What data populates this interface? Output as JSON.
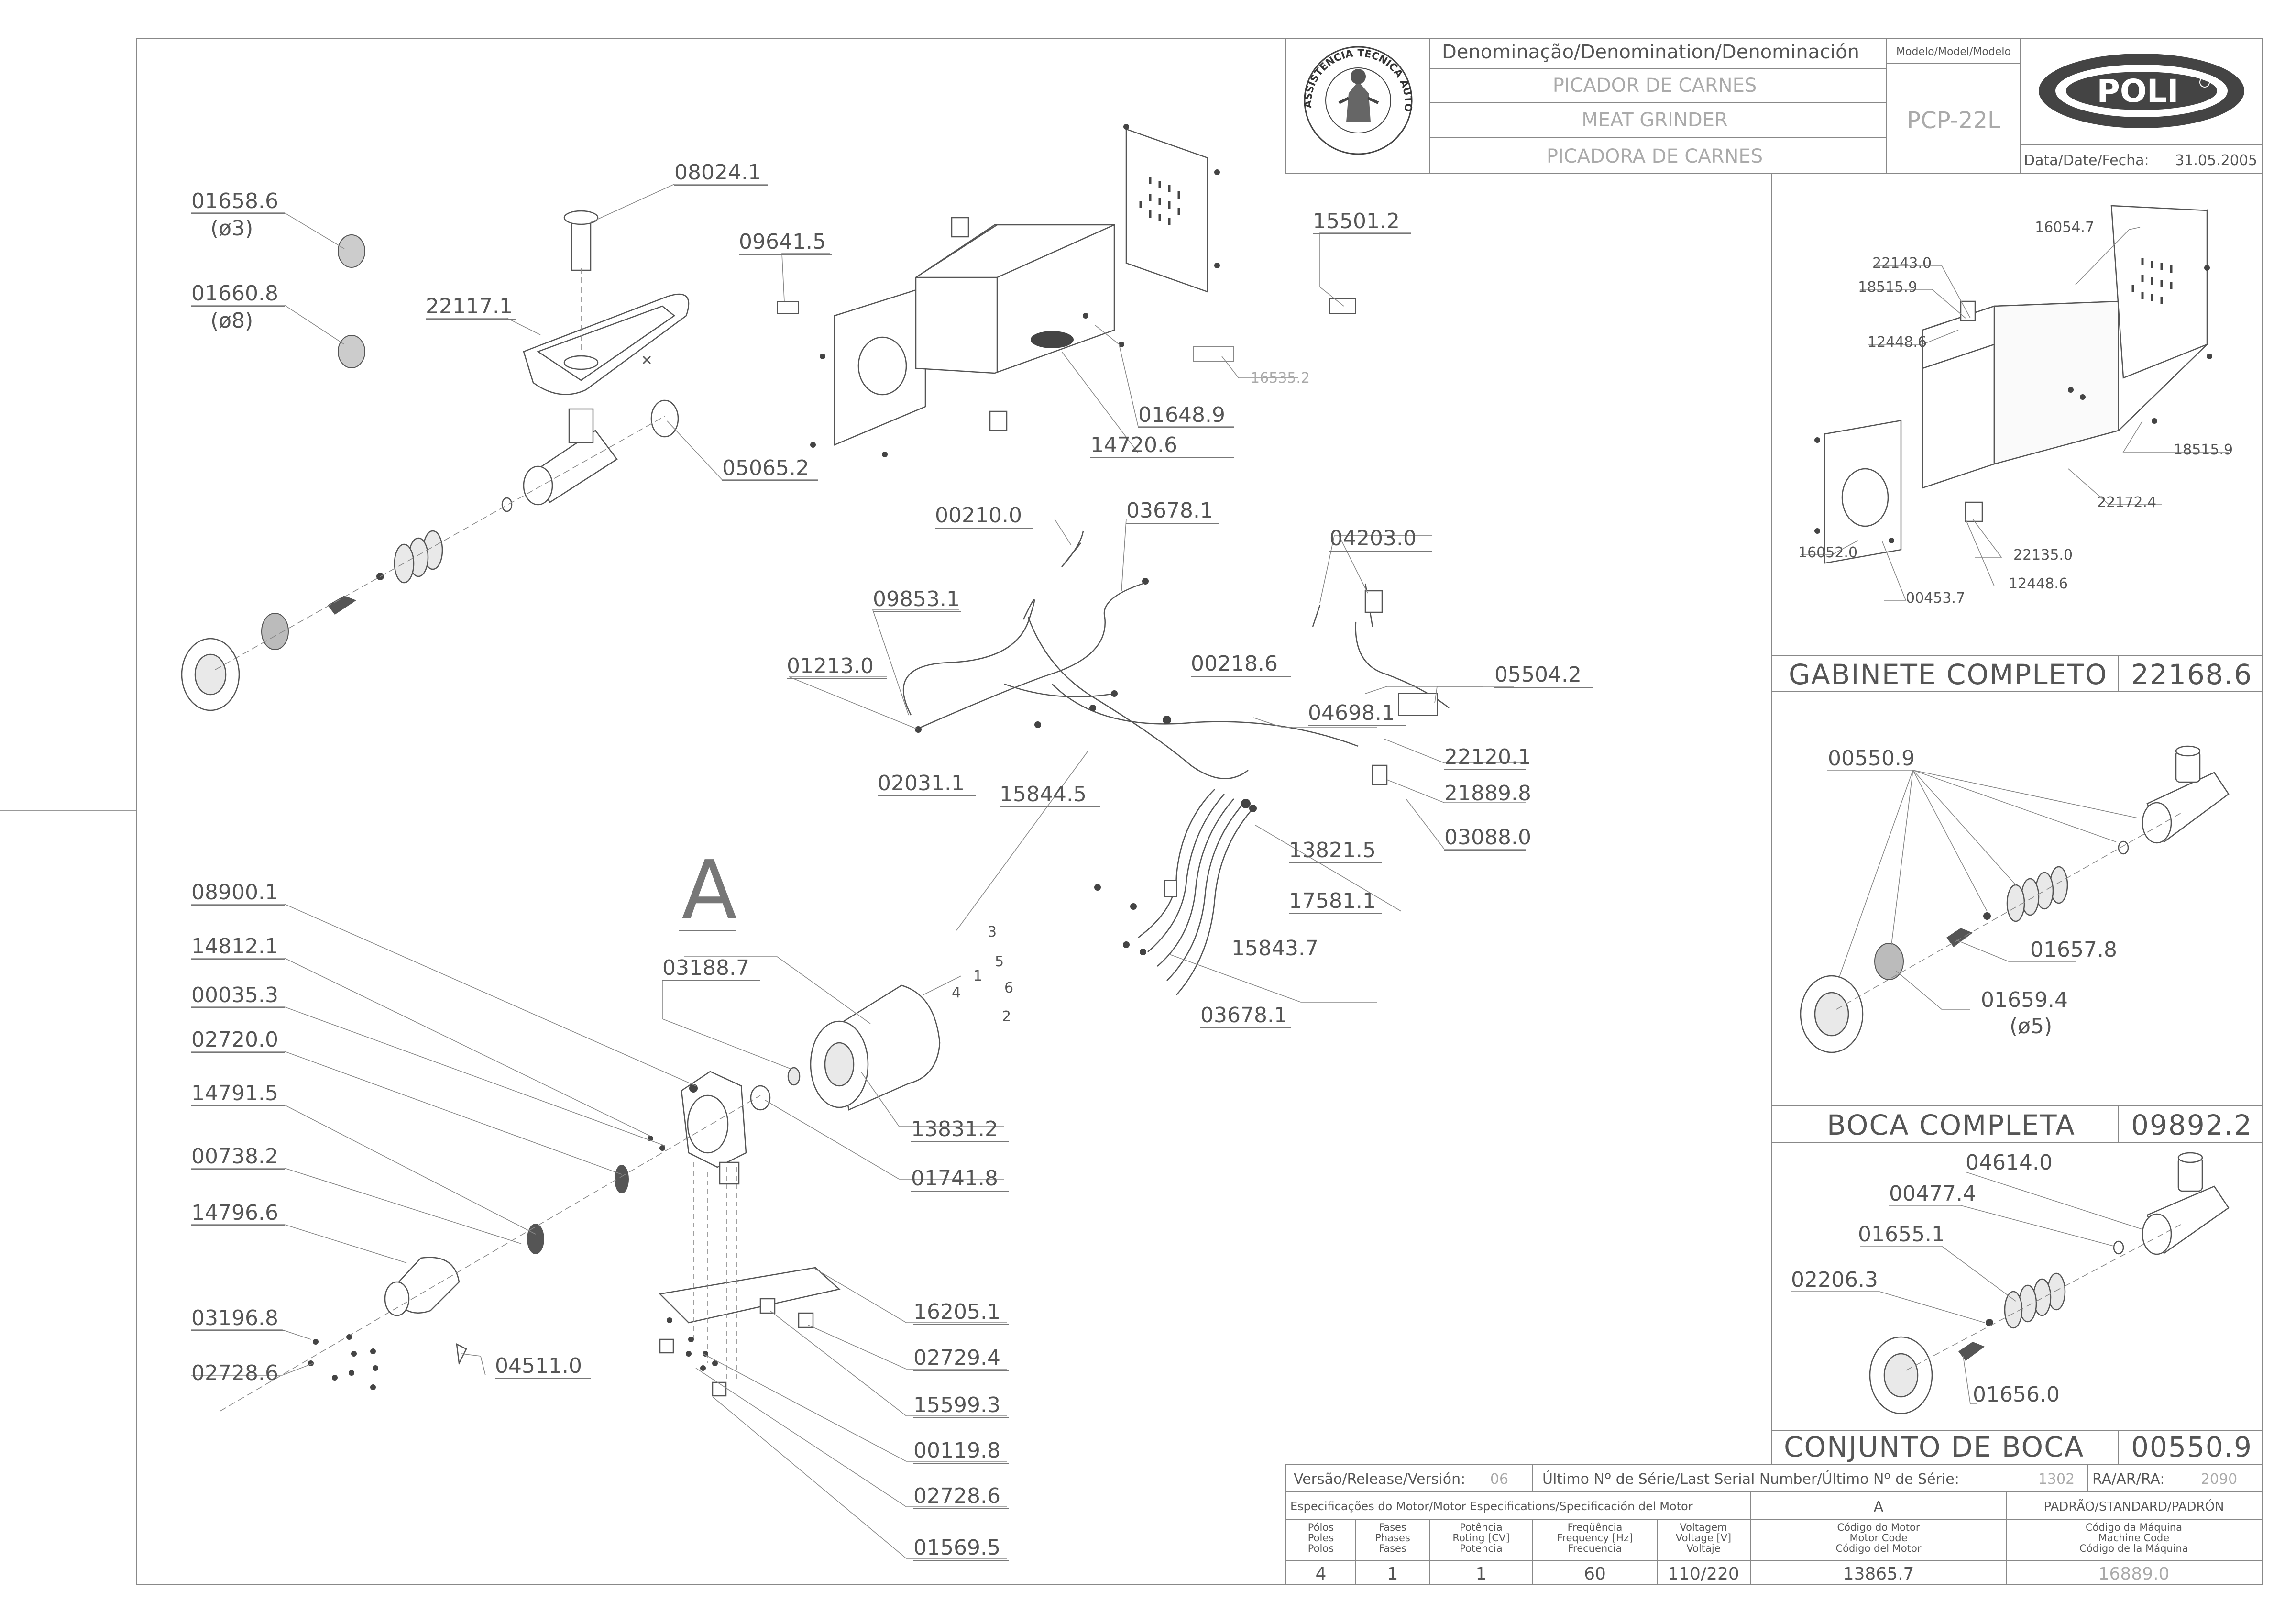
{
  "header": {
    "denomination_label": "Denominação/Denomination/Denominación",
    "name_pt": "PICADOR DE CARNES",
    "name_en": "MEAT GRINDER",
    "name_es": "PICADORA DE CARNES",
    "model_label": "Modelo/Model/Modelo",
    "model": "PCP-22L",
    "date_label": "Data/Date/Fecha:",
    "date": "31.05.2005",
    "brand": "POLI",
    "seal_text": "ASSISTÊNCIA TÉCNICA AUTORIZADA"
  },
  "main_labels": {
    "section_letter": "A",
    "p01658_6": "01658.6",
    "p01658_6_d": "(ø3)",
    "p01660_8": "01660.8",
    "p01660_8_d": "(ø8)",
    "p08024_1": "08024.1",
    "p22117_1": "22117.1",
    "p09641_5": "09641.5",
    "p05065_2": "05065.2",
    "p15501_2": "15501.2",
    "p16535_2": "16535.2",
    "p01648_9": "01648.9",
    "p14720_6": "14720.6",
    "p00210_0": "00210.0",
    "p03678_1a": "03678.1",
    "p04203_0": "04203.0",
    "p09853_1": "09853.1",
    "p01213_0": "01213.0",
    "p00218_6": "00218.6",
    "p05504_2": "05504.2",
    "p04698_1": "04698.1",
    "p22120_1": "22120.1",
    "p21889_8": "21889.8",
    "p03088_0": "03088.0",
    "p02031_1": "02031.1",
    "p15844_5": "15844.5",
    "p13821_5": "13821.5",
    "p17581_1": "17581.1",
    "p15843_7": "15843.7",
    "p03678_1b": "03678.1",
    "p08900_1": "08900.1",
    "p14812_1": "14812.1",
    "p00035_3": "00035.3",
    "p02720_0": "02720.0",
    "p14791_5": "14791.5",
    "p00738_2": "00738.2",
    "p14796_6": "14796.6",
    "p03196_8": "03196.8",
    "p02728_6a": "02728.6",
    "p04511_0": "04511.0",
    "p03188_7": "03188.7",
    "p13831_2": "13831.2",
    "p01741_8": "01741.8",
    "p16205_1": "16205.1",
    "p02729_4": "02729.4",
    "p15599_3": "15599.3",
    "p00119_8": "00119.8",
    "p02728_6b": "02728.6",
    "p01569_5": "01569.5",
    "w3": "3",
    "w5": "5",
    "w1": "1",
    "w4": "4",
    "w6": "6",
    "w2": "2"
  },
  "gabinete": {
    "title": "GABINETE COMPLETO",
    "code": "22168.6",
    "p16054_7": "16054.7",
    "p22143_0": "22143.0",
    "p18515_9a": "18515.9",
    "p12448_6a": "12448.6",
    "p18515_9b": "18515.9",
    "p22172_4": "22172.4",
    "p16052_0": "16052.0",
    "p22135_0": "22135.0",
    "p12448_6b": "12448.6",
    "p00453_7": "00453.7"
  },
  "boca": {
    "title": "BOCA COMPLETA",
    "code": "09892.2",
    "p00550_9": "00550.9",
    "p01657_8": "01657.8",
    "p01659_4": "01659.4",
    "p01659_4_d": "(ø5)"
  },
  "conjunto": {
    "title": "CONJUNTO DE BOCA",
    "code": "00550.9",
    "p04614_0": "04614.0",
    "p00477_4": "00477.4",
    "p01655_1": "01655.1",
    "p02206_3": "02206.3",
    "p01656_0": "01656.0"
  },
  "footer": {
    "version_label": "Versão/Release/Versión:",
    "version": "06",
    "serial_label": "Último Nº de Série/Last Serial Number/Último Nº de Série:",
    "serial": "1302",
    "ra_label": "RA/AR/RA:",
    "ra": "2090",
    "motor_spec_label": "Especificações do Motor/Motor Especifications/Specificación del Motor",
    "motor_variant": "A",
    "standard_label": "PADRÃO/STANDARD/PADRÓN",
    "poles_h": [
      "Pólos",
      "Poles",
      "Polos"
    ],
    "phases_h": [
      "Fases",
      "Phases",
      "Fases"
    ],
    "power_h": [
      "Potência",
      "Roting [CV]",
      "Potencia"
    ],
    "freq_h": [
      "Freqüência",
      "Frequency [Hz]",
      "Frecuencia"
    ],
    "volt_h": [
      "Voltagem",
      "Voltage [V]",
      "Voltaje"
    ],
    "motor_code_h": [
      "Código do Motor",
      "Motor Code",
      "Código del Motor"
    ],
    "machine_code_h": [
      "Código da Máquina",
      "Machine Code",
      "Código de la Máquina"
    ],
    "poles": "4",
    "phases": "1",
    "power": "1",
    "freq": "60",
    "volt": "110/220",
    "motor_code": "13865.7",
    "machine_code": "16889.0"
  },
  "colors": {
    "line": "#666666",
    "text": "#555555",
    "faint": "#aaaaaa",
    "logo": "#444444"
  }
}
